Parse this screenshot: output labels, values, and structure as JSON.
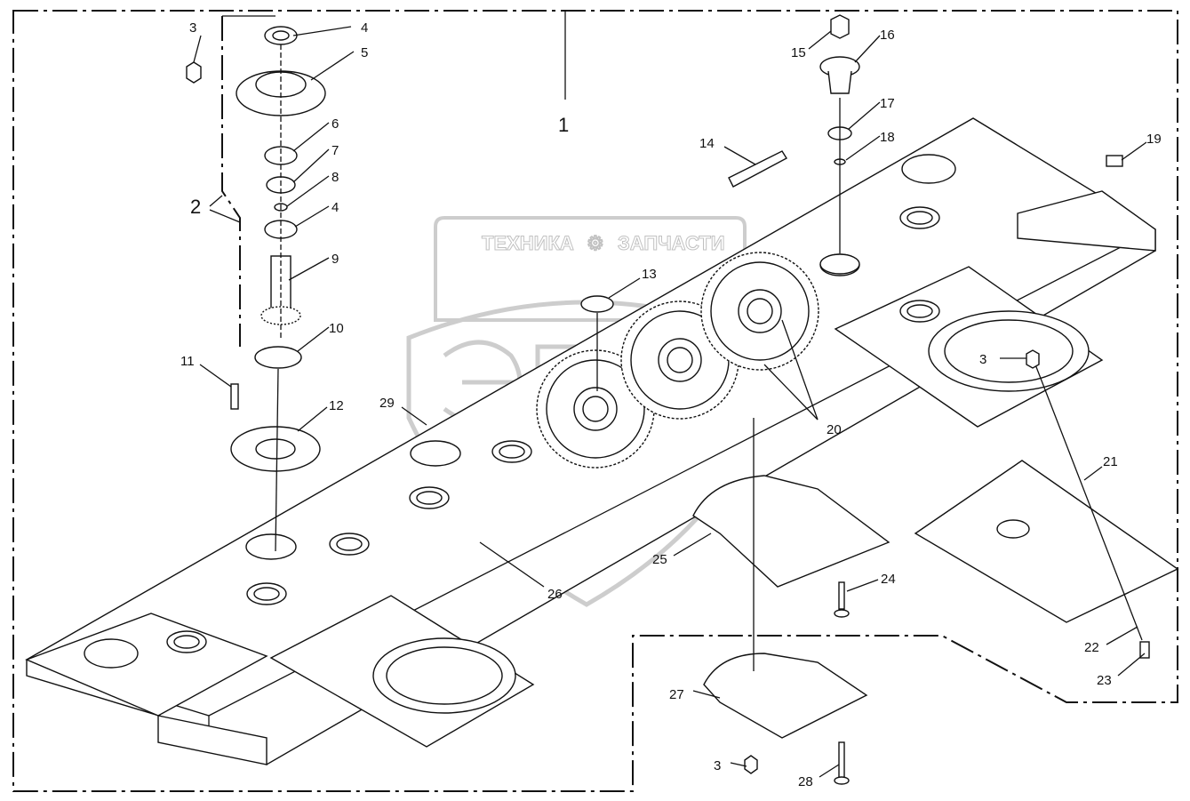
{
  "watermark": {
    "left_word": "ТЕХНИКА",
    "right_word": "ЗАПЧАСТИ",
    "icon": "gear-icon",
    "color": "#bbbbbb"
  },
  "callouts": [
    "1",
    "2",
    "3",
    "4",
    "5",
    "6",
    "7",
    "8",
    "4",
    "9",
    "10",
    "11",
    "12",
    "13",
    "14",
    "15",
    "16",
    "17",
    "18",
    "19",
    "20",
    "21",
    "3",
    "22",
    "23",
    "24",
    "25",
    "26",
    "27",
    "3",
    "28",
    "29"
  ]
}
